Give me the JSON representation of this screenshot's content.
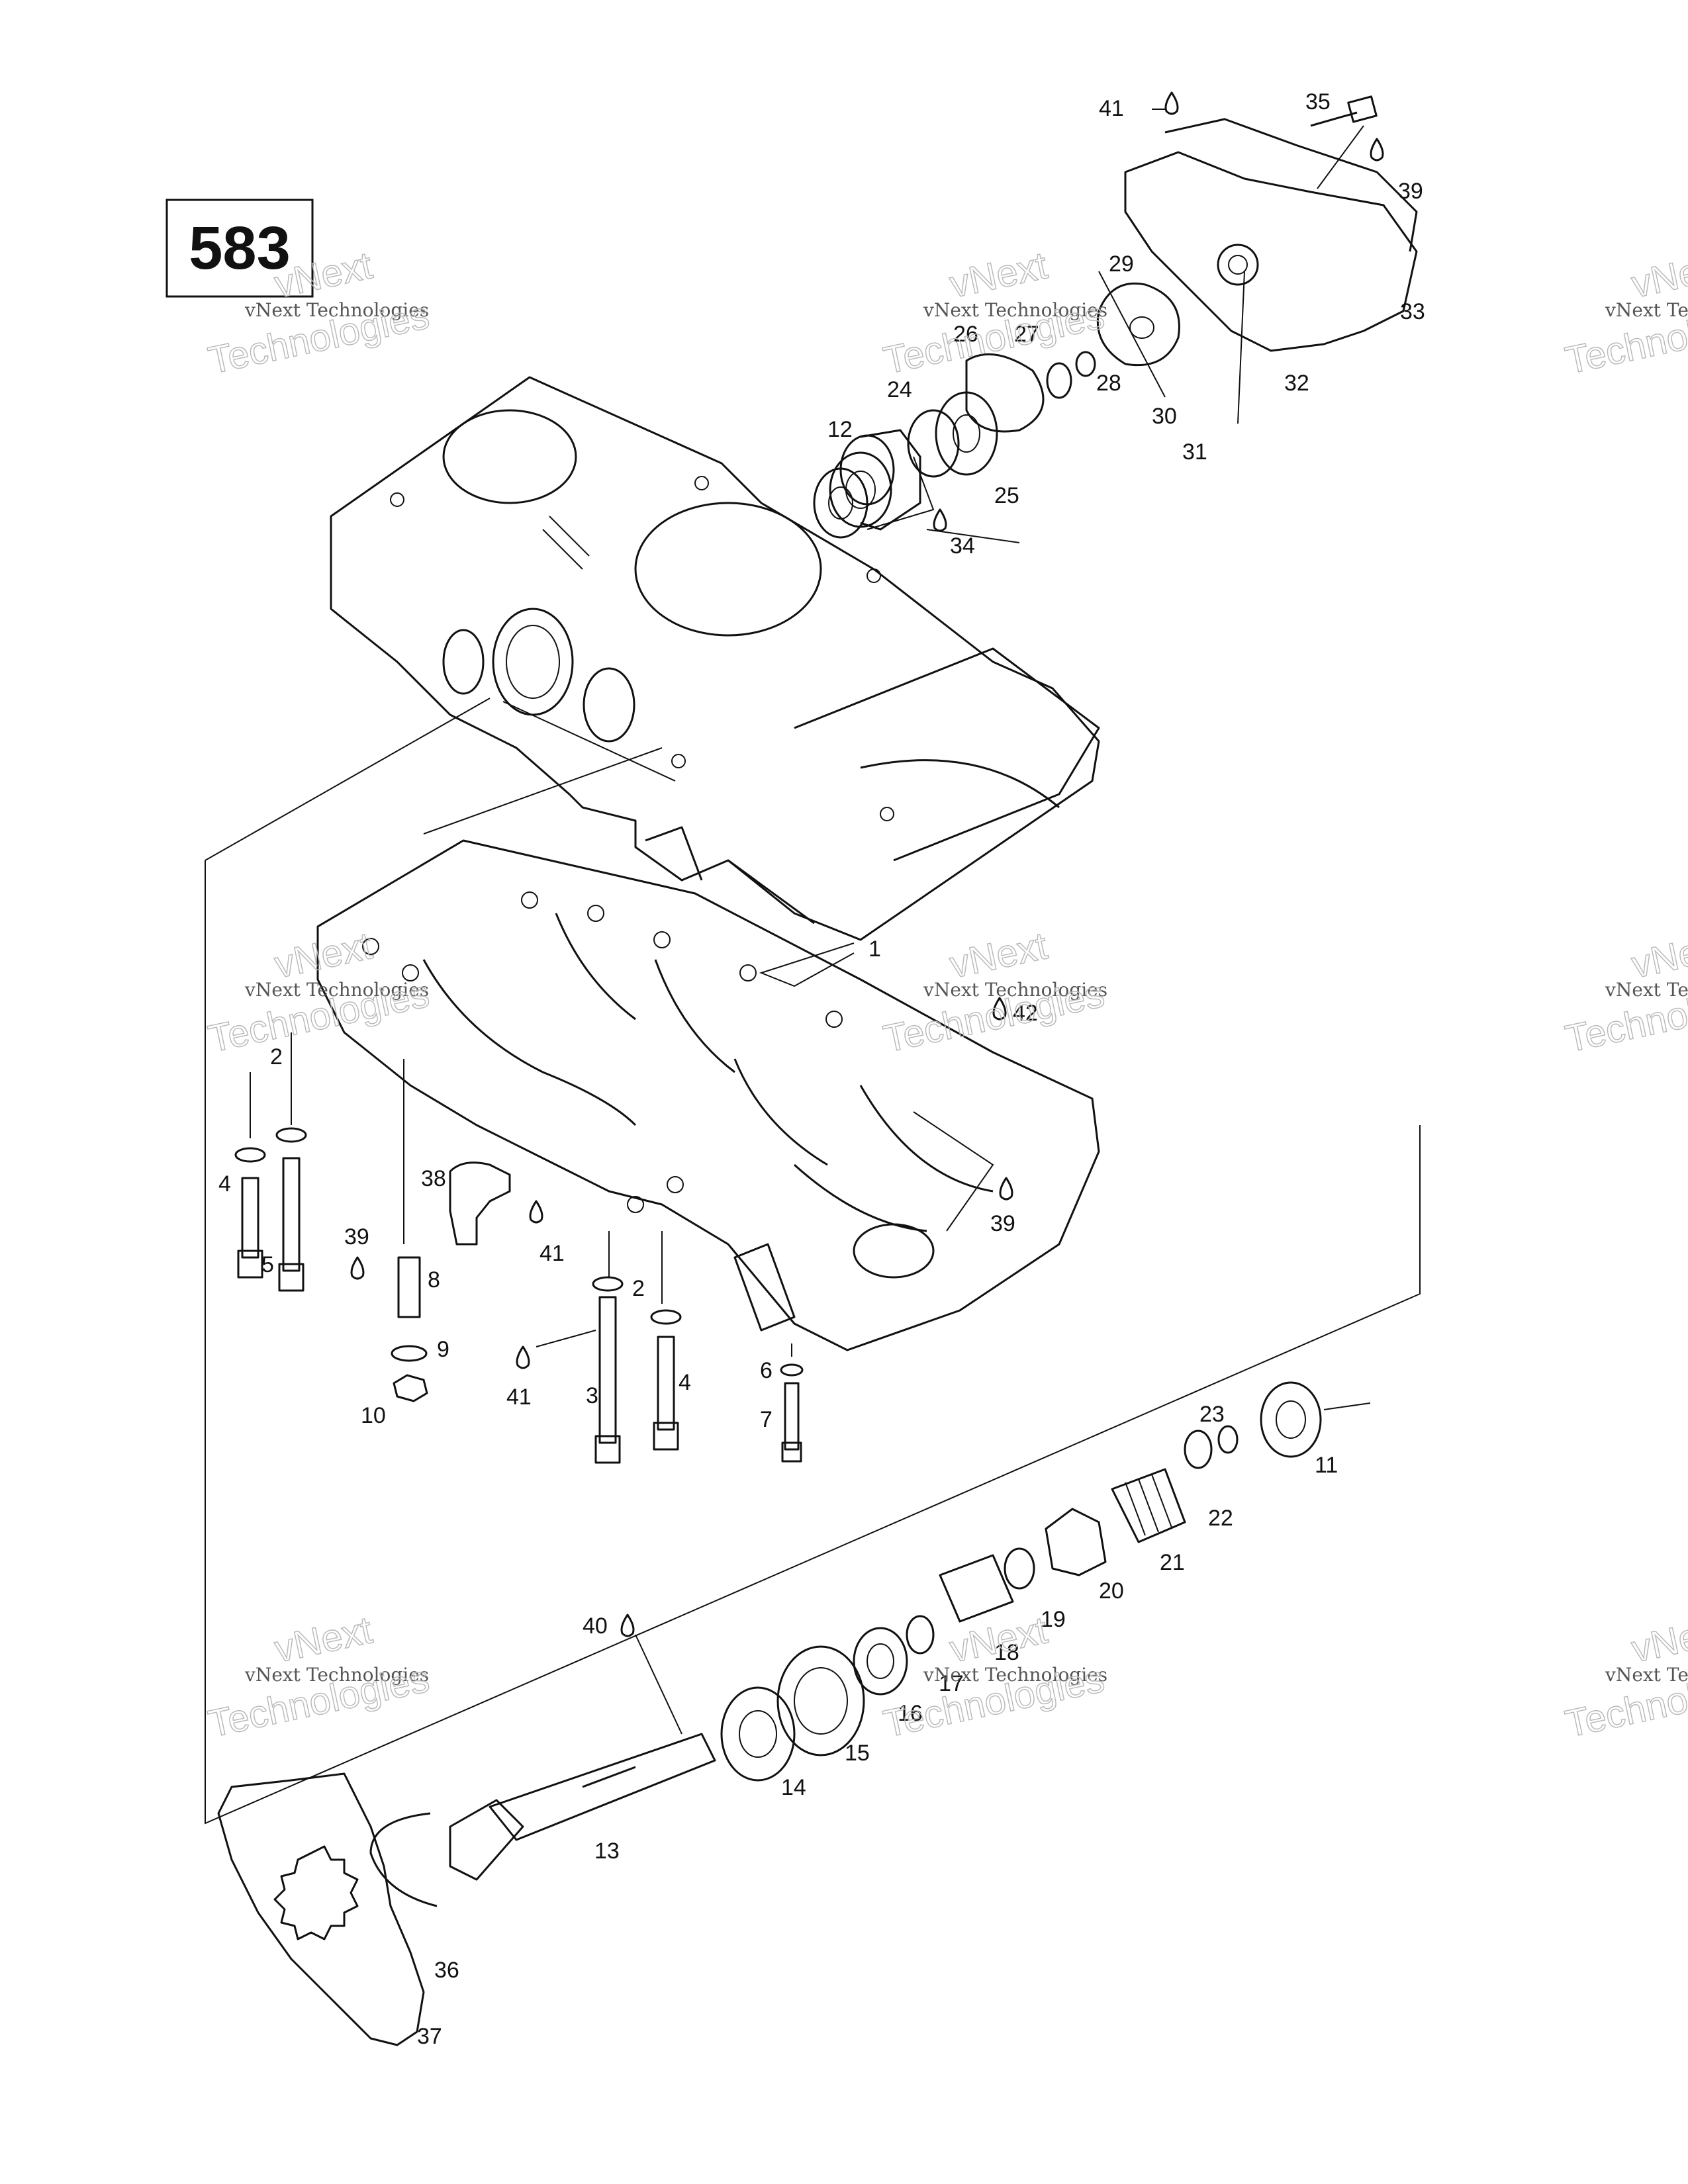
{
  "reference": {
    "number": "583"
  },
  "watermark": {
    "line1": "vNext Technologies",
    "line2": "vNext",
    "line3": "Technologies"
  },
  "callouts": [
    {
      "id": "c1",
      "label": "1"
    },
    {
      "id": "c2a",
      "label": "2"
    },
    {
      "id": "c2b",
      "label": "2"
    },
    {
      "id": "c3",
      "label": "3"
    },
    {
      "id": "c4a",
      "label": "4"
    },
    {
      "id": "c4b",
      "label": "4"
    },
    {
      "id": "c5",
      "label": "5"
    },
    {
      "id": "c6",
      "label": "6"
    },
    {
      "id": "c7",
      "label": "7"
    },
    {
      "id": "c8",
      "label": "8"
    },
    {
      "id": "c9",
      "label": "9"
    },
    {
      "id": "c10",
      "label": "10"
    },
    {
      "id": "c11",
      "label": "11"
    },
    {
      "id": "c12",
      "label": "12"
    },
    {
      "id": "c13",
      "label": "13"
    },
    {
      "id": "c14",
      "label": "14"
    },
    {
      "id": "c15",
      "label": "15"
    },
    {
      "id": "c16",
      "label": "16"
    },
    {
      "id": "c17",
      "label": "17"
    },
    {
      "id": "c18",
      "label": "18"
    },
    {
      "id": "c19",
      "label": "19"
    },
    {
      "id": "c20",
      "label": "20"
    },
    {
      "id": "c21",
      "label": "21"
    },
    {
      "id": "c22",
      "label": "22"
    },
    {
      "id": "c23",
      "label": "23"
    },
    {
      "id": "c24",
      "label": "24"
    },
    {
      "id": "c25",
      "label": "25"
    },
    {
      "id": "c26",
      "label": "26"
    },
    {
      "id": "c27",
      "label": "27"
    },
    {
      "id": "c28",
      "label": "28"
    },
    {
      "id": "c29",
      "label": "29"
    },
    {
      "id": "c30",
      "label": "30"
    },
    {
      "id": "c31",
      "label": "31"
    },
    {
      "id": "c32",
      "label": "32"
    },
    {
      "id": "c33",
      "label": "33"
    },
    {
      "id": "c34",
      "label": "34"
    },
    {
      "id": "c35",
      "label": "35"
    },
    {
      "id": "c36",
      "label": "36"
    },
    {
      "id": "c37",
      "label": "37"
    },
    {
      "id": "c38",
      "label": "38"
    },
    {
      "id": "c39a",
      "label": "39"
    },
    {
      "id": "c39b",
      "label": "39"
    },
    {
      "id": "c39c",
      "label": "39"
    },
    {
      "id": "c40",
      "label": "40"
    },
    {
      "id": "c41a",
      "label": "41"
    },
    {
      "id": "c41b",
      "label": "41"
    },
    {
      "id": "c41c",
      "label": "41"
    },
    {
      "id": "c42",
      "label": "42"
    }
  ]
}
